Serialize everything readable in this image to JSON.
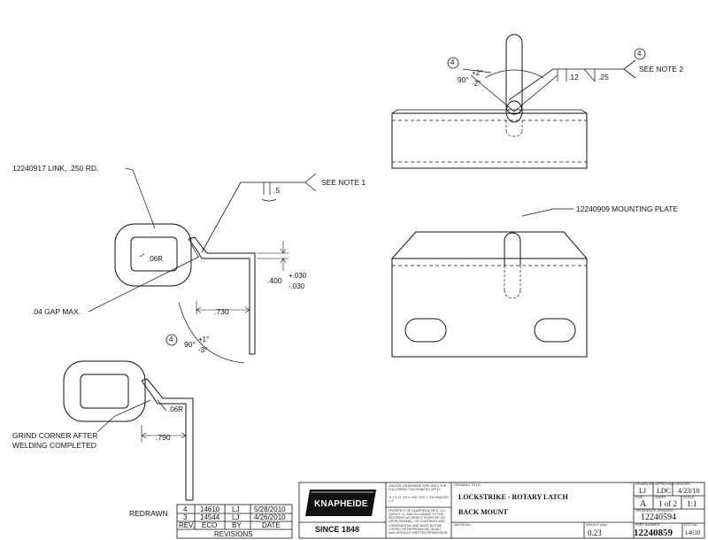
{
  "notes": {
    "link": "12240917 LINK, .250 RD.",
    "see_note_1": "SEE NOTE 1",
    "see_note_2": "SEE NOTE 2",
    "mounting_plate": "12240909 MOUNTING PLATE",
    "gap": ".04 GAP MAX.",
    "grind": [
      "GRIND CORNER AFTER",
      "WELDING COMPLETED"
    ]
  },
  "dims": {
    "flag_a": ".5",
    "r1": ".06R",
    "r2": ".06R",
    "d400": ".400",
    "tol_plus": "+.030",
    "tol_minus": "-.030",
    "d730": ".730",
    "d790": ".790",
    "ang1_base": "90°",
    "ang1_plus": "+1°",
    "ang1_minus": "-3°",
    "ang2_base": "90°",
    "ang2_plus": "+2°",
    "ang2_minus": "-2°",
    "d12": ".12",
    "d25": ".25",
    "note_num": "4"
  },
  "revisions": {
    "rows": [
      {
        "rev": "4",
        "eco": "14610",
        "by": "LJ",
        "date": "5/28/2010"
      },
      {
        "rev": "3",
        "eco": "14544",
        "by": "LJ",
        "date": "4/26/2010"
      }
    ],
    "headers": {
      "rev": "REV.",
      "eco": "ECO",
      "by": "BY",
      "date": "DATE"
    },
    "caption": "REVISIONS",
    "redrawn": "REDRAWN"
  },
  "title_block": {
    "company": "KNAPHEIDE",
    "since": "SINCE 1848",
    "spec_text": "UNLESS OTHERWISE SPECIFIED THE FOLLOWING TOLERANCES APPLY",
    "tol_text": ".X ± 0.12  .XX ± .030  .XXX ± .010  ANGLES ± 1°",
    "property_text": "PROPERTY OF KNAPHEIDE MFG. CO. QUINCY, IL. AND IS LOANED TO THE RECIPIENT AS DIRECT PURPOSE OR UPON DEMAND. ITS CONTENTS ARE CONFIDENTIAL AND MUST NOT BE COPIED OR REPRODUCED IN ANY WAY WITHOUT WRITTEN PERMISSION",
    "drawing_title_label": "DRAWING TITLE:",
    "title1": "LOCKSTRIKE - ROTARY LATCH",
    "title2": "BACK MOUNT",
    "material_label": "MATERIAL:",
    "weight_label": "WEIGHT (lbs):",
    "weight": "0.23",
    "drawn_by_label": "DRAWN BY:",
    "drawn_by": "LJ",
    "approved_label": "APPROVED:",
    "approved": "LDC",
    "date_label": "CREATED:",
    "date": "4/23/10",
    "size_label": "SIZE:",
    "size": "A",
    "sheet_label": "SHEET:",
    "sheet": "1 of 2",
    "scale_label": "SCALE:",
    "scale": "1:1",
    "ref_label": "REFERENCE DRAWING:",
    "ref": "12240594",
    "part_label": "PART NUMBER:",
    "part": "12240859",
    "eco_label": "ECO No:",
    "eco": "14610"
  }
}
